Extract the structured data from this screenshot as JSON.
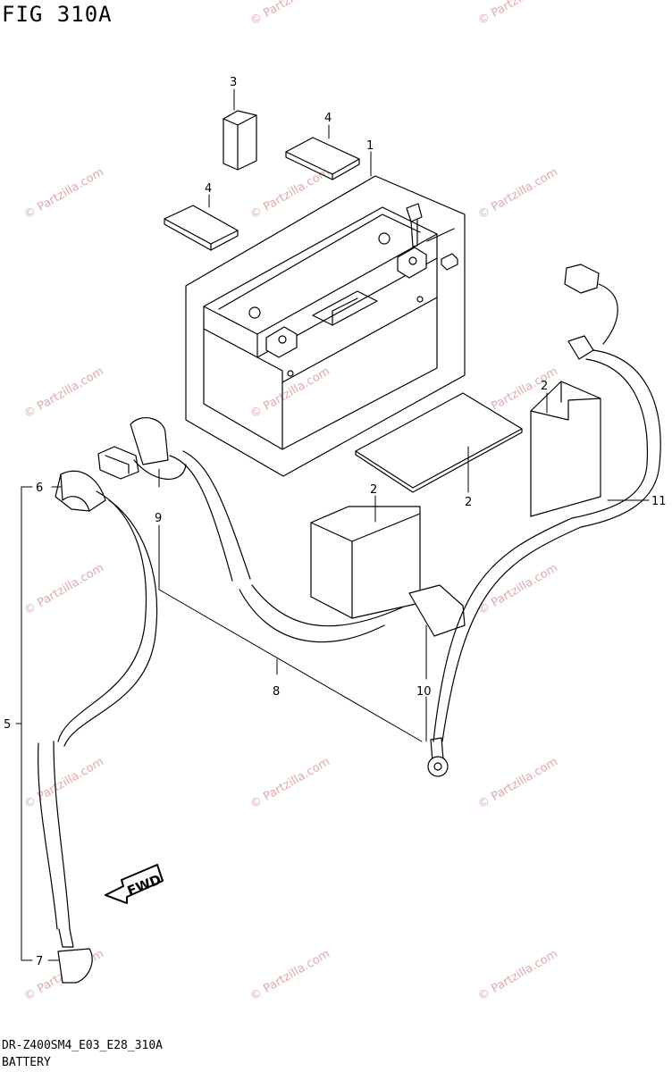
{
  "figure": {
    "title": "FIG 310A",
    "code": "DR-Z400SM4_E03_E28_310A",
    "name": "BATTERY"
  },
  "callouts": [
    {
      "id": "c1",
      "label": "1"
    },
    {
      "id": "c2a",
      "label": "2"
    },
    {
      "id": "c2b",
      "label": "2"
    },
    {
      "id": "c2c",
      "label": "2"
    },
    {
      "id": "c3",
      "label": "3"
    },
    {
      "id": "c4a",
      "label": "4"
    },
    {
      "id": "c4b",
      "label": "4"
    },
    {
      "id": "c5",
      "label": "5"
    },
    {
      "id": "c6",
      "label": "6"
    },
    {
      "id": "c7",
      "label": "7"
    },
    {
      "id": "c8",
      "label": "8"
    },
    {
      "id": "c9",
      "label": "9"
    },
    {
      "id": "c10",
      "label": "10"
    },
    {
      "id": "c11",
      "label": "11"
    }
  ],
  "fwd_label": "FWD",
  "watermark": "© Partzilla.com",
  "colors": {
    "line": "#000000",
    "watermark": "#e2a9a9",
    "background": "#ffffff"
  }
}
